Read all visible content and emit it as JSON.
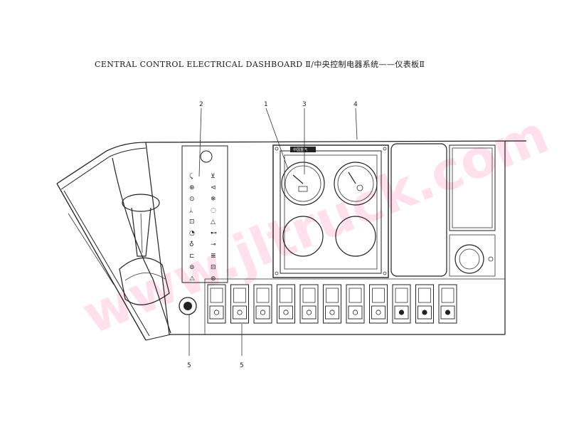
{
  "title": "CENTRAL CONTROL ELECTRICAL DASHBOARD Ⅱ/中央控制电器系统——仪表板Ⅱ",
  "watermark": "www.jltruck.com",
  "gauge_brand": "中国重汽",
  "callouts": [
    {
      "id": "1",
      "label": "1"
    },
    {
      "id": "2",
      "label": "2"
    },
    {
      "id": "3",
      "label": "3"
    },
    {
      "id": "4",
      "label": "4"
    },
    {
      "id": "5a",
      "label": "5"
    },
    {
      "id": "5b",
      "label": "5"
    }
  ],
  "switches": [
    "",
    "",
    "",
    "",
    "",
    "",
    "",
    "",
    "",
    "",
    ""
  ],
  "colors": {
    "ink": "#222222",
    "watermark": "#ffb6d3"
  }
}
